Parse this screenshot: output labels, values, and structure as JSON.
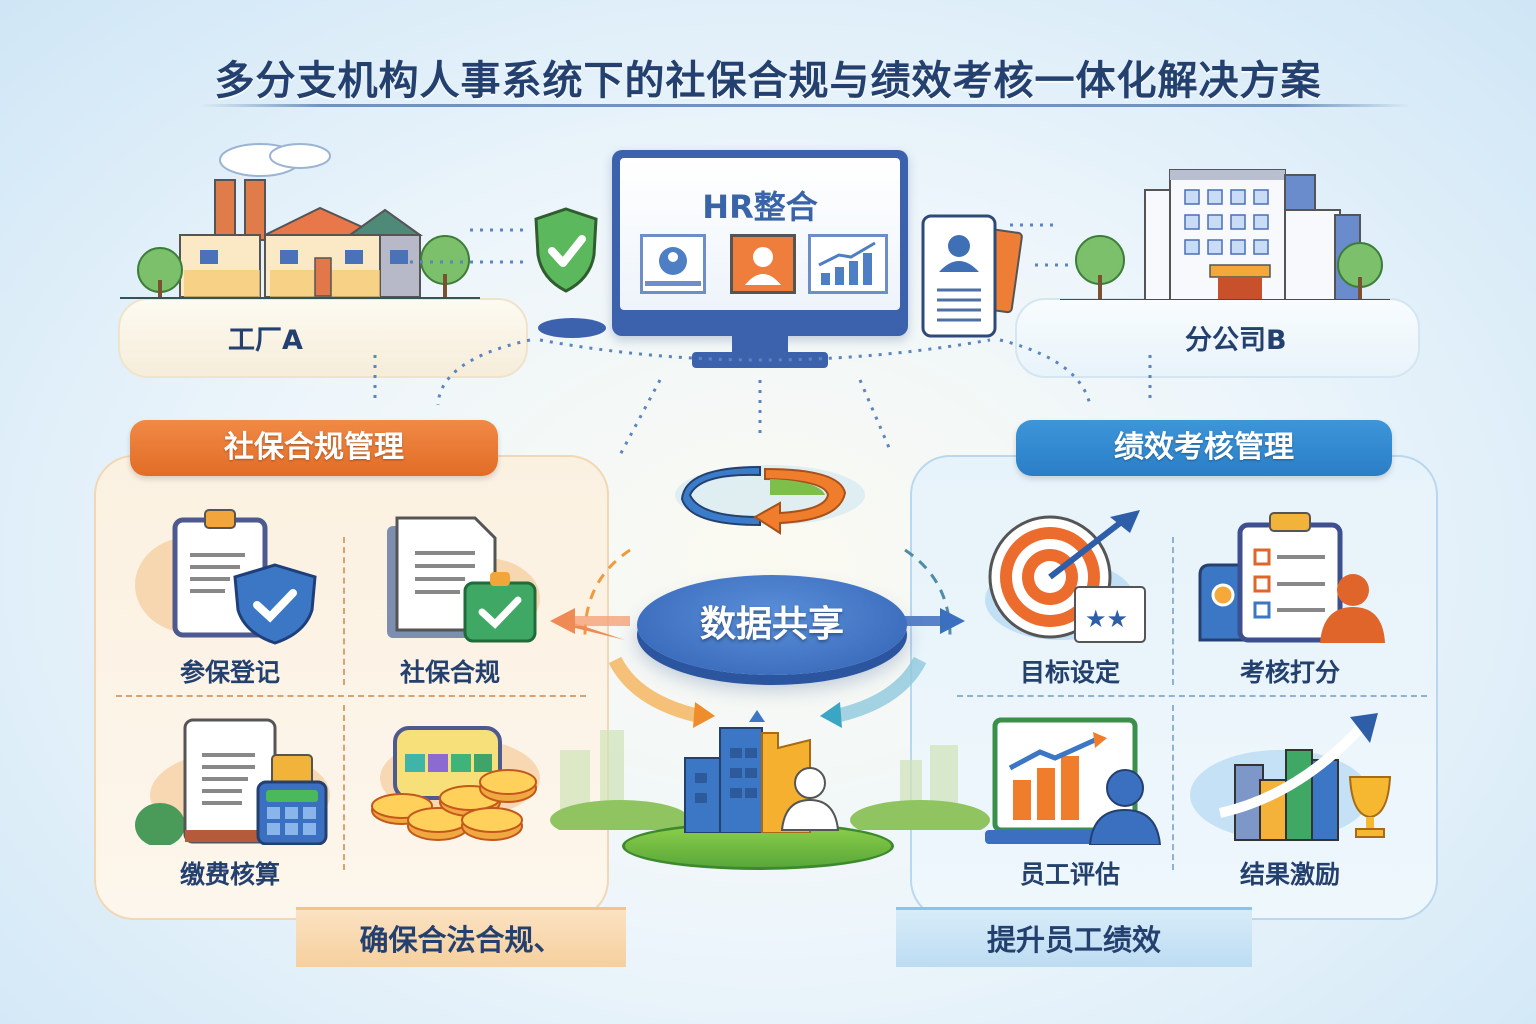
{
  "title": "多分支机构人事系统下的社保合规与绩效考核一体化解决方案",
  "hr_system": {
    "screen_title": "HR整合",
    "tiles": [
      "user-circle-icon",
      "person-icon",
      "bar-chart-icon"
    ],
    "side_icons": [
      "shield-check-icon",
      "id-card-icon"
    ]
  },
  "sites": {
    "left": {
      "label": "工厂A",
      "icon": "factory-icon"
    },
    "right": {
      "label": "分公司B",
      "icon": "office-building-icon"
    }
  },
  "sections": {
    "left": {
      "header": "社保合规管理",
      "items": [
        {
          "label": "参保登记",
          "icon": "clipboard-shield-icon"
        },
        {
          "label": "社保合规",
          "icon": "document-check-icon"
        },
        {
          "label": "缴费核算",
          "icon": "calculator-icon"
        },
        {
          "label": "",
          "icon": "coins-icon"
        }
      ],
      "footer": "确保合法合规、"
    },
    "right": {
      "header": "绩效考核管理",
      "items": [
        {
          "label": "目标设定",
          "icon": "target-icon"
        },
        {
          "label": "考核打分",
          "icon": "checklist-icon"
        },
        {
          "label": "员工评估",
          "icon": "presentation-icon"
        },
        {
          "label": "结果激励",
          "icon": "trophy-chart-icon"
        }
      ],
      "footer": "提升员工绩效"
    }
  },
  "center": {
    "hub_label": "数据共享",
    "cycle_icon": "cycle-icon",
    "base_icon": "organization-people-icon"
  },
  "colors": {
    "orange": "#e26c26",
    "blue": "#2a7ec7",
    "navy": "#24406e",
    "green": "#5aa83a"
  }
}
